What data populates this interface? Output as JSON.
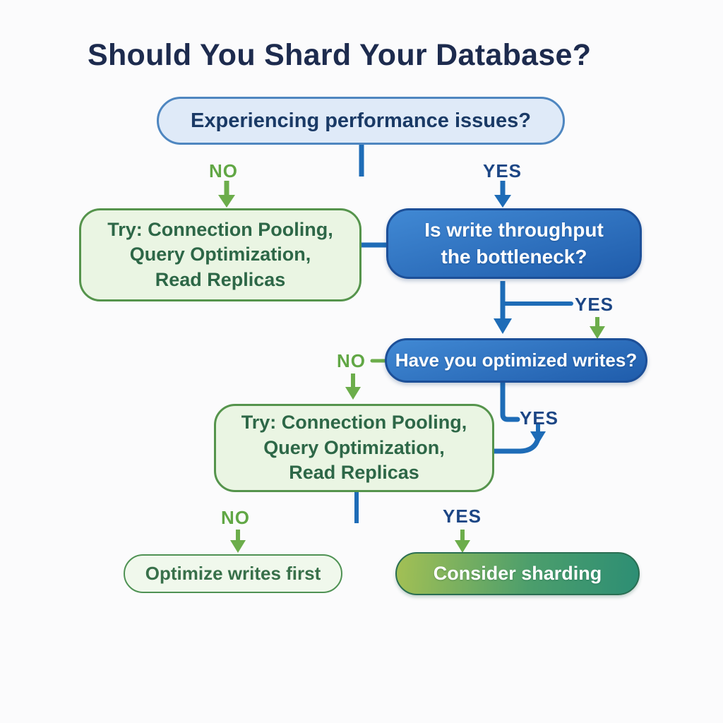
{
  "title": "Should You Shard Your Database?",
  "labels": {
    "yes": "YES",
    "no": "NO"
  },
  "nodes": {
    "q_performance": {
      "label": "Experiencing performance issues?"
    },
    "try_left": {
      "lines": [
        "Try: Connection Pooling,",
        "Query Optimization,",
        "Read Replicas"
      ]
    },
    "q_write_throughput": {
      "lines": [
        "Is write throughput",
        "the bottleneck?"
      ]
    },
    "q_optimized_writes": {
      "label": "Have you optimized writes?"
    },
    "try_mid": {
      "lines": [
        "Try: Connection Pooling,",
        "Query Optimization,",
        "Read Replicas"
      ]
    },
    "optimize_first": {
      "label": "Optimize writes first"
    },
    "consider_sharding": {
      "label": "Consider sharding"
    }
  },
  "colors": {
    "bg": "#fbfbfc",
    "title": "#1d2b4e",
    "q-fill": "#dfeaf8",
    "q-border": "#4e86c0",
    "q-text": "#1a3a66",
    "green-fill": "#eaf5e3",
    "green-border": "#55944c",
    "green-text": "#2d6747",
    "blue-a": "#4189d4",
    "blue-b": "#1f5cab",
    "blue-border": "#1c4f98",
    "line-blue": "#1e6cb7",
    "line-green": "#8ab84e",
    "arrow-green": "#6cad4b",
    "label-yes": "#1c4685",
    "label-no": "#61a745",
    "pill-fill": "#f0f8ec",
    "pill-border": "#4f9254",
    "pill-text": "#38704a",
    "shard-a": "#a3c054",
    "shard-b": "#4c9e6c",
    "shard-c": "#2d8e74",
    "shard-border": "#2a6e52"
  }
}
